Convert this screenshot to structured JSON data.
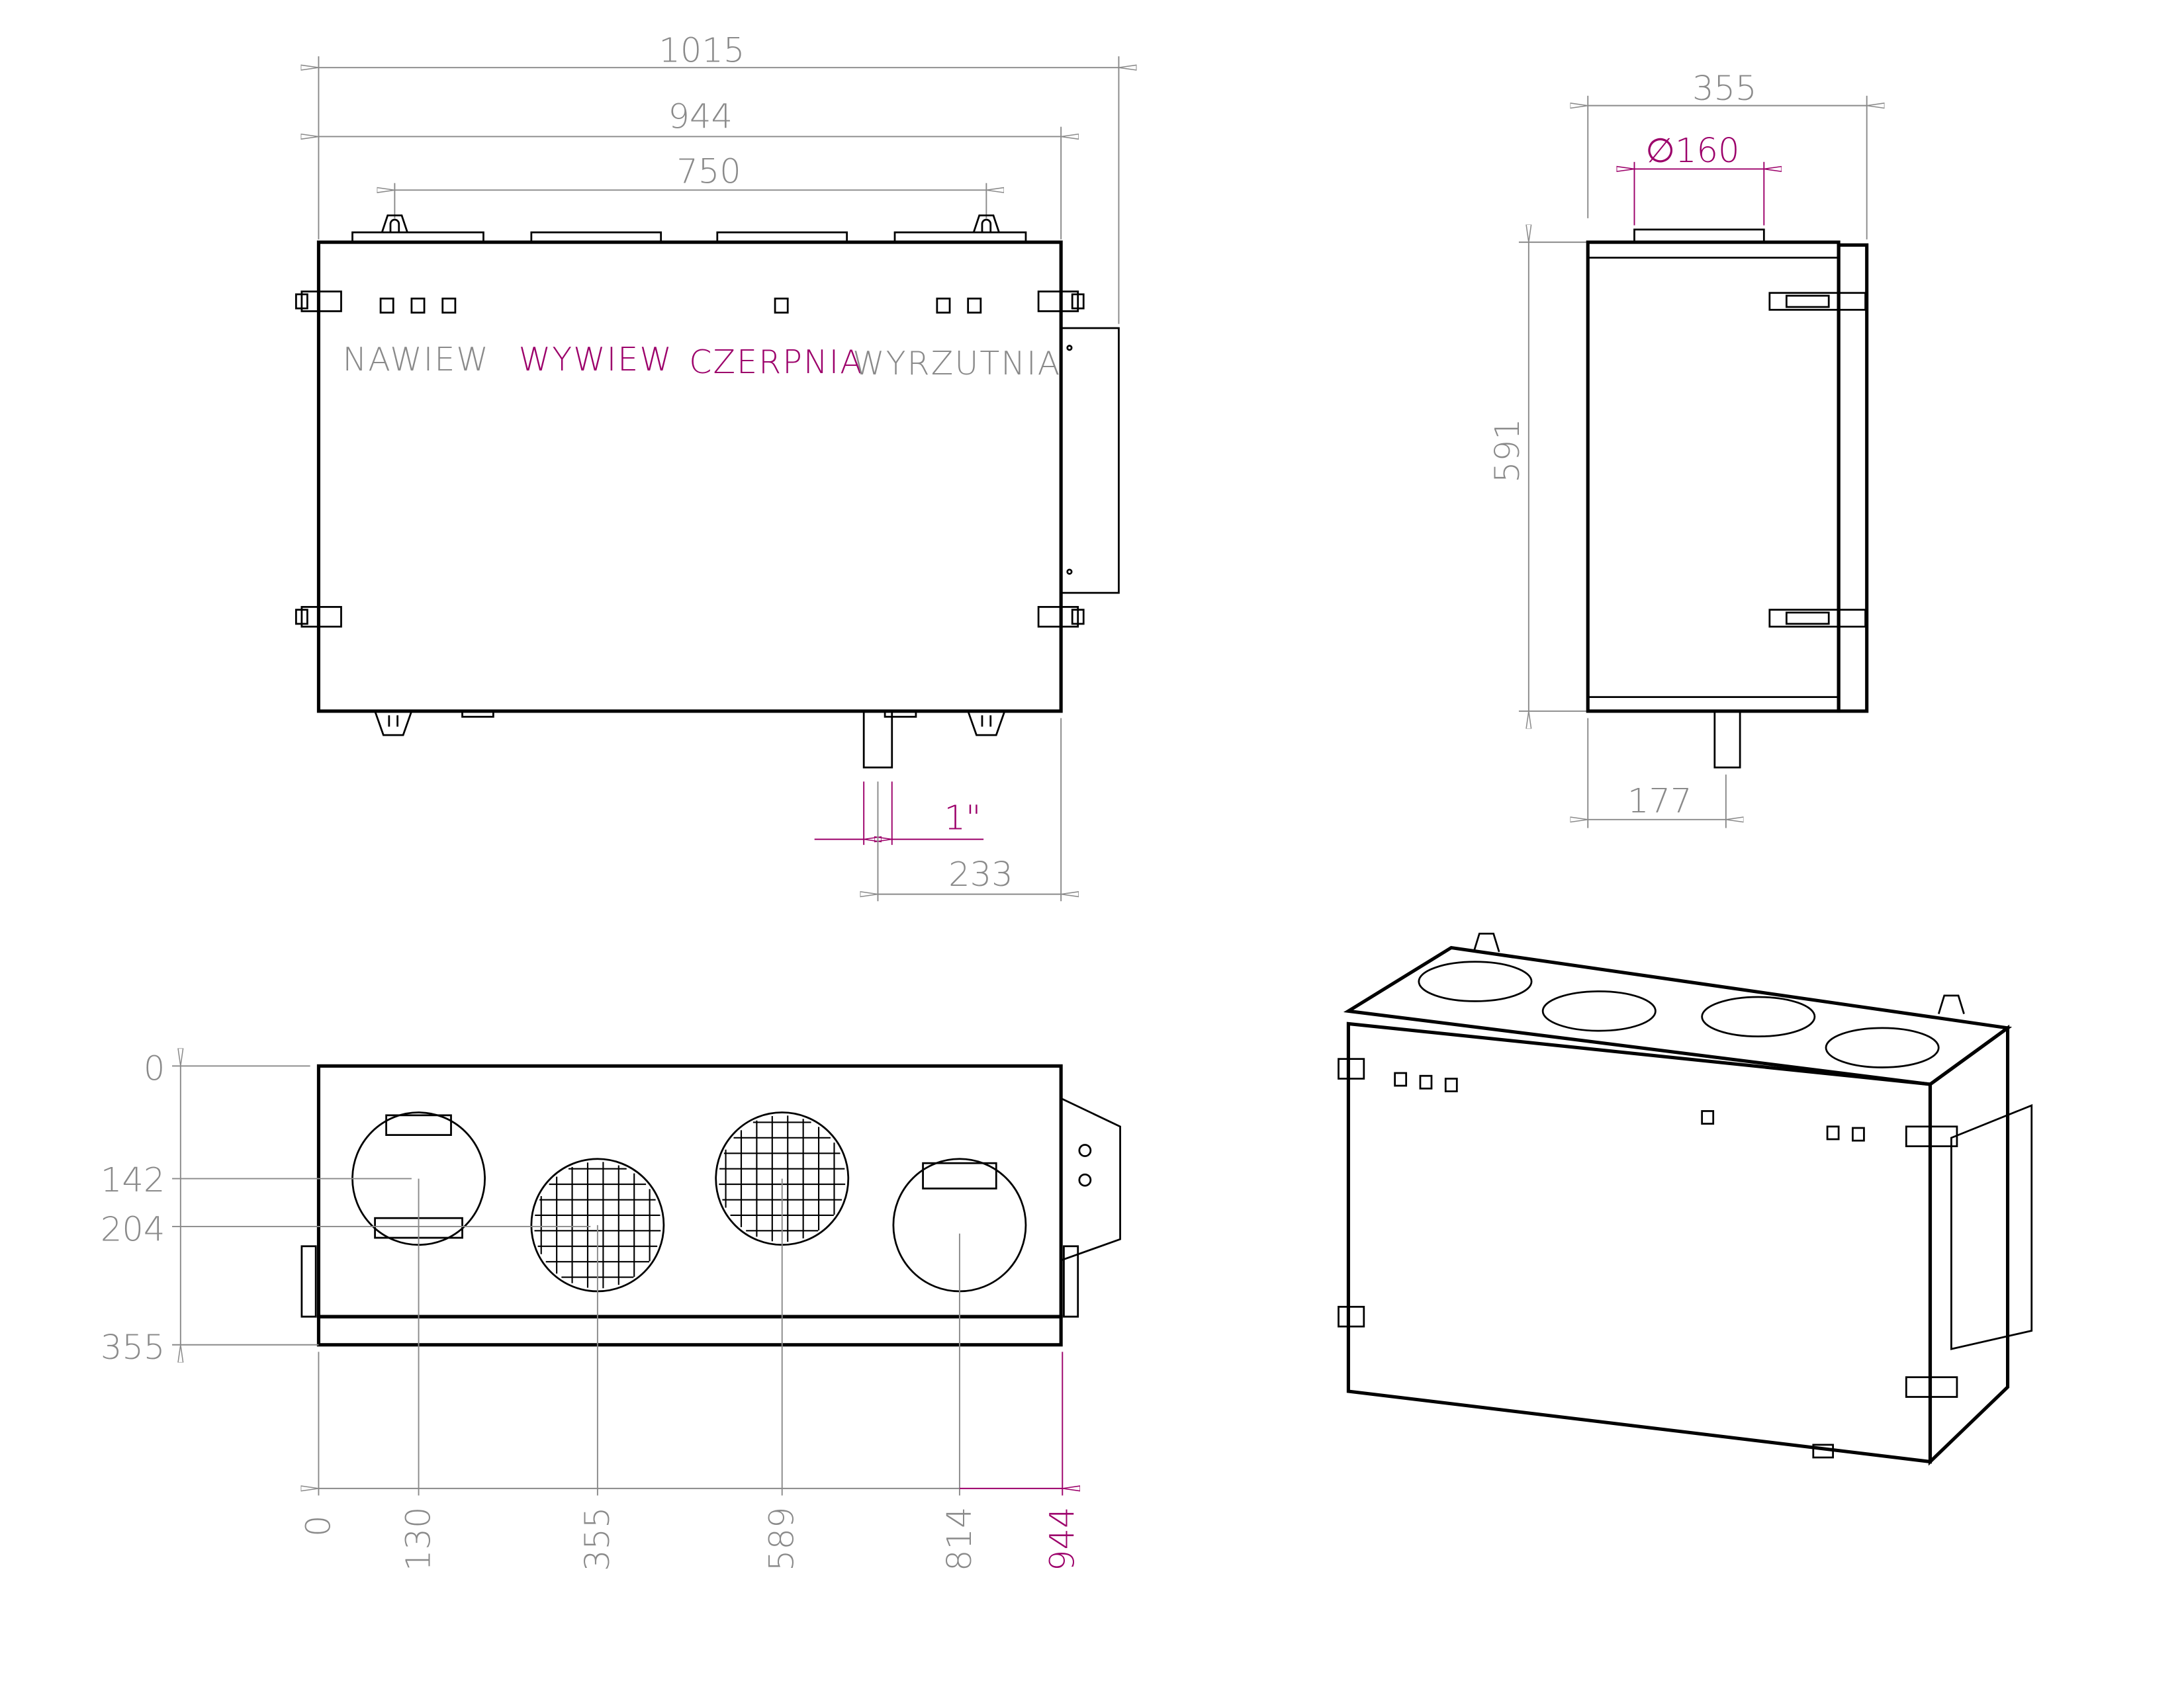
{
  "colors": {
    "line": "#000000",
    "dimension": "#8a8a8a",
    "accent": "#9c006a"
  },
  "front_view": {
    "dims": {
      "overall_width": "1015",
      "body_width": "944",
      "spigot_spacing": "750",
      "drain_size": "1\"",
      "drain_offset": "233"
    },
    "labels": [
      "NAWIEW",
      "WYWIEW",
      "CZERPNIA",
      "WYRZUTNIA"
    ]
  },
  "side_view": {
    "dims": {
      "depth": "355",
      "duct_diameter": "160",
      "diameter_symbol": "∅",
      "height": "591",
      "drain_depth": "177"
    }
  },
  "top_view": {
    "left_dims": [
      "0",
      "142",
      "204",
      "355"
    ],
    "bottom_dims": [
      "0",
      "130",
      "355",
      "589",
      "814"
    ],
    "bottom_dim_accent": "944"
  }
}
